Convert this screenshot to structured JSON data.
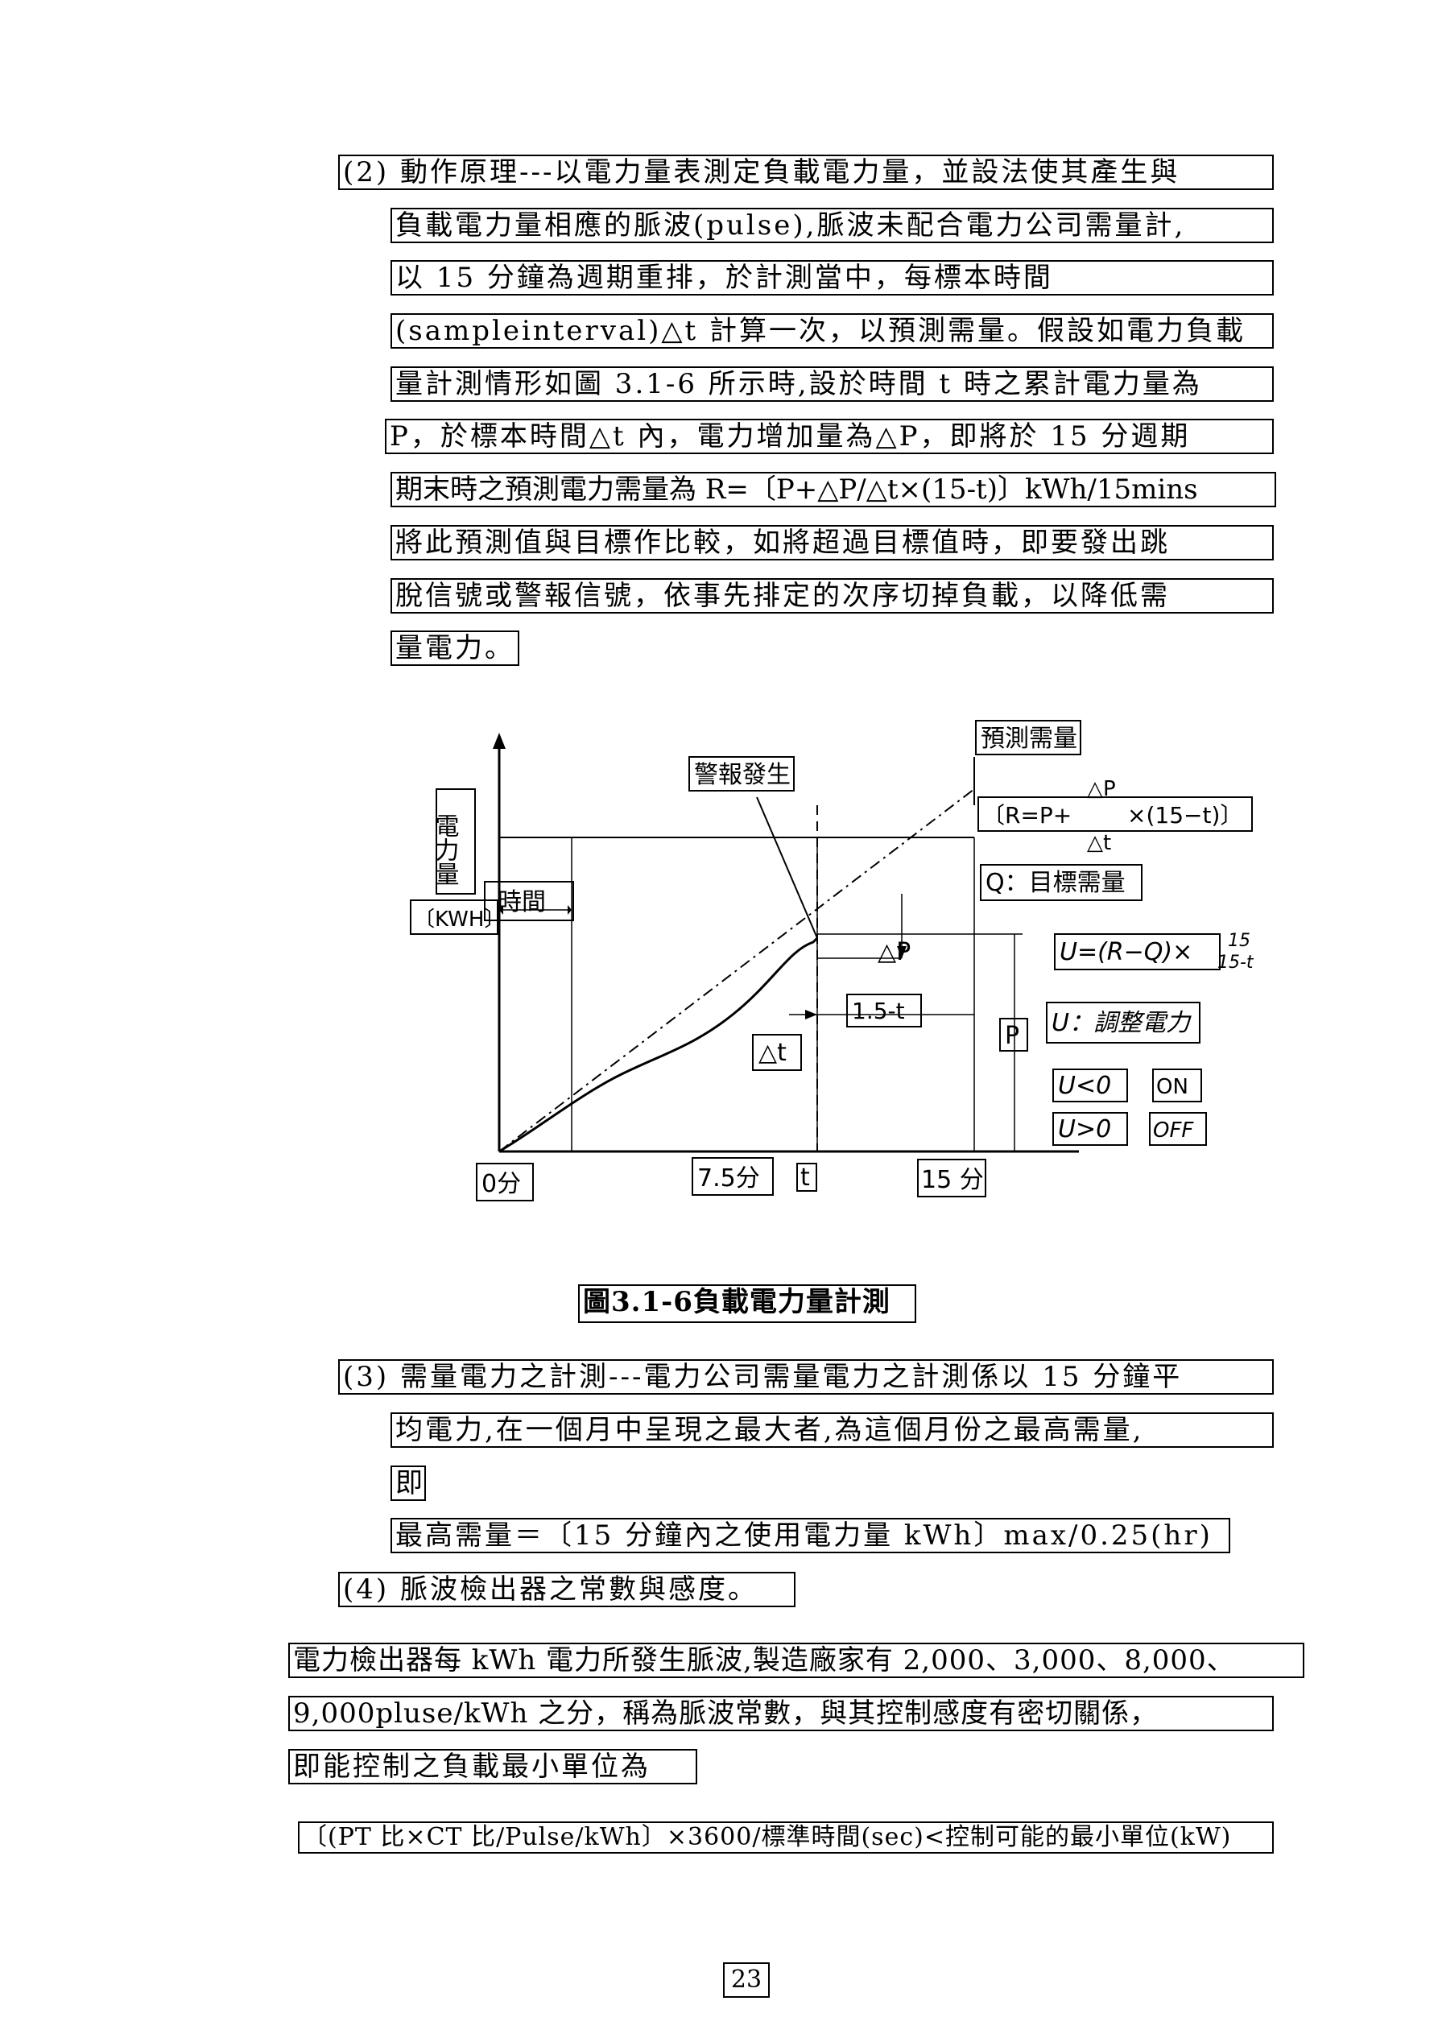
{
  "para2": [
    "(2) 動作原理---以電力量表測定負載電力量，並設法使其產生與",
    "負載電力量相應的脈波(pulse),脈波未配合電力公司需量計,",
    "以 15 分鐘為週期重排，於計測當中，每標本時間",
    "(sampleinterval)△t 計算一次，以預測需量。假設如電力負載",
    "量計測情形如圖 3.1-6 所示時,設於時間 t 時之累計電力量為",
    "P，於標本時間△t 內，電力增加量為△P，即將於 15 分週期",
    "期末時之預測電力需量為 R=〔P+△P/△t×(15-t)〕kWh/15mins",
    "將此預測值與目標作比較，如將超過目標值時，即要發出跳",
    "脫信號或警報信號，依事先排定的次序切掉負載，以降低需",
    "量電力。"
  ],
  "figure": {
    "caption": "圖3.1-6負載電力量計測",
    "forecast_label": "預測需量",
    "alarm_label": "警報發生",
    "y_label": "電力量",
    "y_unit": "〔KWH〕",
    "time_label": "時間",
    "formula_r": "〔R=P+",
    "formula_dp": "△P",
    "formula_dt": "△t",
    "formula_rest": "×(15−t)〕",
    "target_label": "Q：目標需量",
    "formula_u": "U=(R−Q)×",
    "formula_u_frac_top": "15",
    "formula_u_frac_bottom": "15-t",
    "delta_p": "△P",
    "delta_t": "△t",
    "remain": "1.5-t",
    "p_label": "P",
    "u_label": "U：調整電力",
    "u_lt": "U<0",
    "on": "ON",
    "u_gt": "U>0",
    "off": "OFF",
    "x_ticks": [
      "0分",
      "7.5分",
      "t",
      "15 分"
    ]
  },
  "para3": [
    "(3) 需量電力之計測---電力公司需量電力之計測係以 15 分鐘平",
    "均電力,在一個月中呈現之最大者,為這個月份之最高需量,",
    "即",
    "最高需量＝〔15 分鐘內之使用電力量 kWh〕max/0.25(hr)",
    "(4) 脈波檢出器之常數與感度。"
  ],
  "para4": [
    "電力檢出器每 kWh 電力所發生脈波,製造廠家有 2,000、3,000、8,000、",
    "9,000pluse/kWh 之分，稱為脈波常數，與其控制感度有密切關係，",
    "即能控制之負載最小單位為"
  ],
  "formula_line": "〔(PT 比×CT 比/Pulse/kWh〕×3600/標準時間(sec)<控制可能的最小單位(kW)",
  "page_number": "23"
}
